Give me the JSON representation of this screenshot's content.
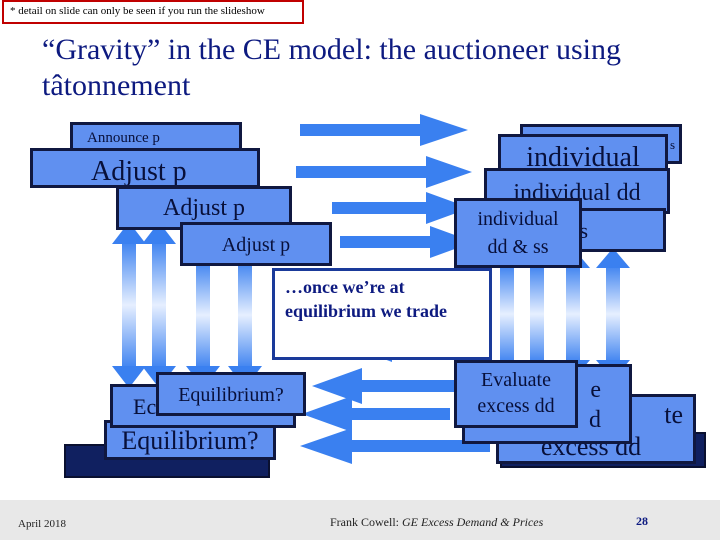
{
  "note": "* detail on slide can only be seen if you run the slideshow",
  "title_line1": "“Gravity” in the CE model: the auctioneer using",
  "title_line2": "tâtonnement",
  "boxes": {
    "announce": "Announce p",
    "adjust1": "Adjust p",
    "adjust2": "Adjust p",
    "adjust3": "Adjust p",
    "individual_s": "s",
    "individual1": "individual",
    "individual_dd": "individual dd",
    "individual2": "individual",
    "ss": "ss",
    "dd_ss": "dd & ss",
    "evaluate1": "Evaluate",
    "evaluate2": "excess dd",
    "evaluate_back_e": "e",
    "evaluate_back_d": "d",
    "evaluate_back_te": "te",
    "excess_dd_back": "excess dd",
    "equilibrium1": "Equilibrium?",
    "equilibrium_back": "Ec",
    "equilibrium_back2": "Equilibrium?"
  },
  "callout": "…once we’re at equilibrium we trade",
  "footer": {
    "date": "April 2018",
    "credit_prefix": "Frank Cowell: ",
    "credit_title": "GE Excess Demand & Prices",
    "page": "28"
  },
  "colors": {
    "box_fill": "#6090f0",
    "arrow": "#3a80f0",
    "title": "#0d1a80",
    "note_border": "#c00000"
  }
}
